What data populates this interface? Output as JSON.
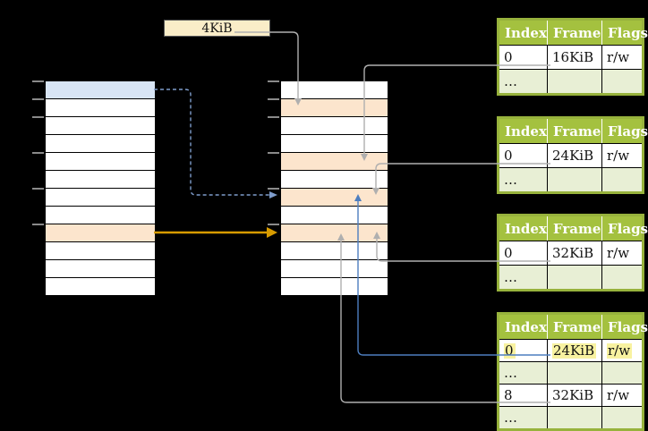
{
  "size_label": {
    "text": "4KiB"
  },
  "colors": {
    "row_orange": "#FCE5CD",
    "row_blue": "#D8E5F5",
    "table_green": "#A4C13F",
    "table_border": "#97B23C",
    "table_row_green": "#E8EFD5",
    "highlight_yellow": "#F8F2A0",
    "connector_gray": "#AFAFAF",
    "connector_blue": "#4D7EBF",
    "dashed_blue": "#7E9CCB",
    "arrow_gold": "#D79B00"
  },
  "left_column": {
    "rows": [
      "blue",
      "white",
      "white",
      "white",
      "white",
      "white",
      "white",
      "white",
      "orange",
      "white",
      "white",
      "white"
    ]
  },
  "middle_column": {
    "rows": [
      "white",
      "orange",
      "white",
      "white",
      "orange",
      "white",
      "orange",
      "white",
      "orange",
      "white",
      "white",
      "white"
    ]
  },
  "tables": [
    {
      "headers": [
        "Index",
        "Frame",
        "Flags"
      ],
      "rows": [
        {
          "cells": [
            "0",
            "16KiB",
            "r/w"
          ],
          "variant": "v-white",
          "cell_class": ""
        },
        {
          "cells": [
            "…",
            "",
            ""
          ],
          "variant": "v-green",
          "cell_class": ""
        }
      ]
    },
    {
      "headers": [
        "Index",
        "Frame",
        "Flags"
      ],
      "rows": [
        {
          "cells": [
            "0",
            "24KiB",
            "r/w"
          ],
          "variant": "v-white",
          "cell_class": ""
        },
        {
          "cells": [
            "…",
            "",
            ""
          ],
          "variant": "v-green",
          "cell_class": ""
        }
      ]
    },
    {
      "headers": [
        "Index",
        "Frame",
        "Flags"
      ],
      "rows": [
        {
          "cells": [
            "0",
            "32KiB",
            "r/w"
          ],
          "variant": "v-white",
          "cell_class": ""
        },
        {
          "cells": [
            "…",
            "",
            ""
          ],
          "variant": "v-green",
          "cell_class": ""
        }
      ]
    },
    {
      "headers": [
        "Index",
        "Frame",
        "Flags"
      ],
      "rows": [
        {
          "cells": [
            "0",
            "24KiB",
            "r/w"
          ],
          "variant": "v-white",
          "cell_class": "hl"
        },
        {
          "cells": [
            "…",
            "",
            ""
          ],
          "variant": "v-green",
          "cell_class": ""
        },
        {
          "cells": [
            "8",
            "32KiB",
            "r/w"
          ],
          "variant": "v-white",
          "cell_class": ""
        },
        {
          "cells": [
            "…",
            "",
            ""
          ],
          "variant": "v-green",
          "cell_class": ""
        }
      ]
    }
  ]
}
